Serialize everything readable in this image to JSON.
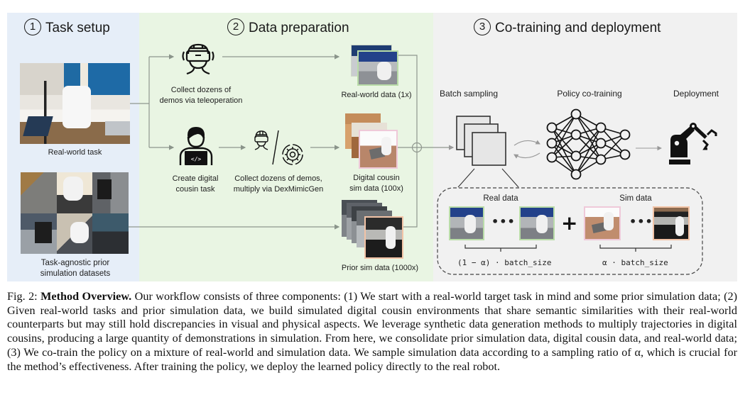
{
  "figure": {
    "sections": [
      {
        "number": "1",
        "title": "Task setup"
      },
      {
        "number": "2",
        "title": "Data preparation"
      },
      {
        "number": "3",
        "title": "Co-training and deployment"
      }
    ],
    "task_setup": {
      "real_world_label": "Real-world task",
      "prior_sim_label_line1": "Task-agnostic prior",
      "prior_sim_label_line2": "simulation datasets"
    },
    "data_preparation": {
      "teleop_label_line1": "Collect dozens of",
      "teleop_label_line2": "demos via teleoperation",
      "digital_cousin_label_line1": "Create digital",
      "digital_cousin_label_line2": "cousin task",
      "multiply_label_line1": "Collect dozens of demos,",
      "multiply_label_line2": "multiply via DexMimicGen",
      "real_data_label": "Real-world data (1x)",
      "cousin_data_label_line1": "Digital cousin",
      "cousin_data_label_line2": "sim data (100x)",
      "prior_data_label": "Prior sim data (1000x)"
    },
    "cotraining": {
      "batch_label": "Batch sampling",
      "policy_label": "Policy co-training",
      "deploy_label": "Deployment",
      "real_data_label": "Real data",
      "sim_data_label": "Sim data",
      "ellipsis": "•••",
      "plus": "+",
      "real_formula": "(1 − α) · batch_size",
      "sim_formula": "α · batch_size"
    },
    "icons": [
      "vr-headset-icon",
      "developer-laptop-icon",
      "gear-cycle-icon",
      "neural-network-icon",
      "robot-arm-icon",
      "stacked-frames-icon",
      "sum-junction-icon"
    ],
    "colors": {
      "task_setup_bg": "#e6eef8",
      "data_prep_bg": "#e9f5e3",
      "cotraining_bg": "#f1f1f1",
      "real_frame": "#b9dca8",
      "cousin_frame": "#efc9d9",
      "prior_frame": "#f2c3a6"
    }
  },
  "caption": {
    "label": "Fig. 2:",
    "title": "Method Overview.",
    "text": "Our workflow consists of three components: (1) We start with a real-world target task in mind and some prior simulation data; (2) Given real-world tasks and prior simulation data, we build simulated digital cousin environments that share semantic similarities with their real-world counterparts but may still hold discrepancies in visual and physical aspects. We leverage synthetic data generation methods to multiply trajectories in digital cousins, producing a large quantity of demonstrations in simulation. From here, we consolidate prior simulation data, digital cousin data, and real-world data; (3) We co-train the policy on a mixture of real-world and simulation data. We sample simulation data according to a sampling ratio of α, which is crucial for the method’s effectiveness. After training the policy, we deploy the learned policy directly to the real robot."
  }
}
